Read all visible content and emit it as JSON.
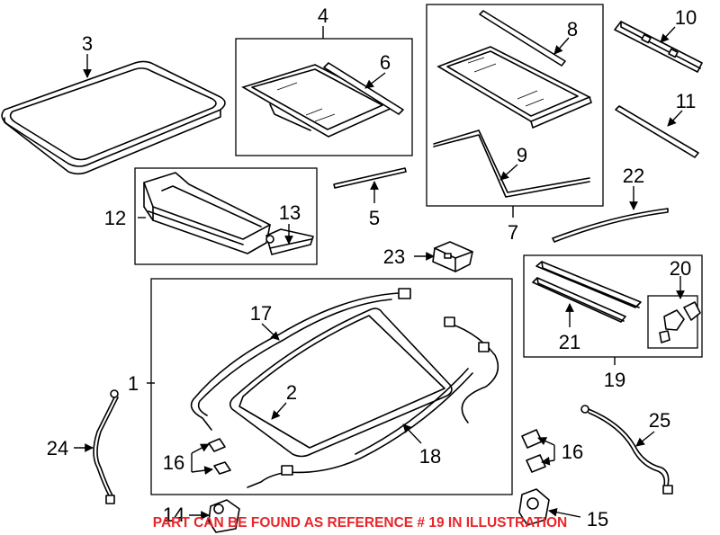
{
  "callouts": {
    "c1": "1",
    "c2": "2",
    "c3": "3",
    "c4": "4",
    "c5": "5",
    "c6": "6",
    "c7": "7",
    "c8": "8",
    "c9": "9",
    "c10": "10",
    "c11": "11",
    "c12": "12",
    "c13": "13",
    "c14": "14",
    "c15": "15",
    "c16a": "16",
    "c16b": "16",
    "c17": "17",
    "c18": "18",
    "c19": "19",
    "c20": "20",
    "c21": "21",
    "c22": "22",
    "c23": "23",
    "c24": "24",
    "c25": "25"
  },
  "notice": {
    "text": "PART CAN BE FOUND AS REFERENCE # 19 IN ILLUSTRATION",
    "color": "#e8262a"
  }
}
